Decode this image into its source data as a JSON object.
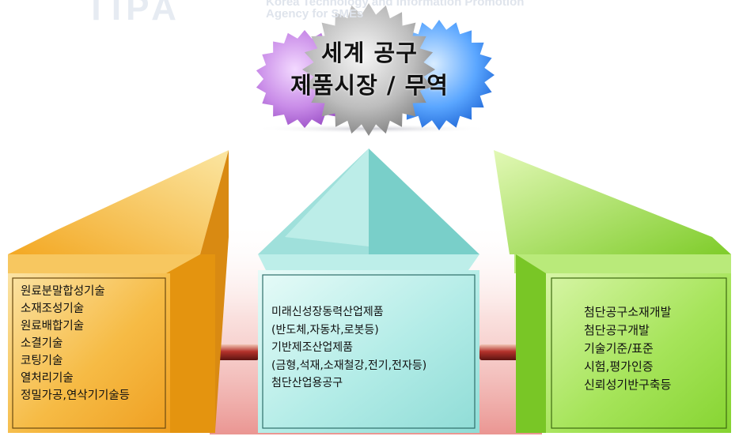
{
  "watermark": {
    "logo_text": "TIPA",
    "line1": "Korea Technology and Information Promotion",
    "line2": "Agency for SMEs"
  },
  "title": {
    "line1": "세계 공구",
    "line2": "제품시장 / 무역"
  },
  "left_box": {
    "items": [
      "원료분말합성기술",
      "소재조성기술",
      "원료배합기술",
      "소결기술",
      "코팅기술",
      "열처리기술",
      "정밀가공,연삭기기술등"
    ],
    "color": "#f5b335"
  },
  "center_box": {
    "items": [
      "미래신성장동력산업제품",
      "(반도체,자동차,로봇등)",
      "기반제조산업제품",
      "(금형,석재,소재철강,전기,전자등)",
      "첨단산업용공구"
    ],
    "color": "#9be0dc"
  },
  "right_box": {
    "items": [
      "첨단공구소재개발",
      "첨단공구개발",
      "기술기준/표준",
      "시험,평가인증",
      "신뢰성기반구축등"
    ],
    "color": "#8fdc3c"
  }
}
